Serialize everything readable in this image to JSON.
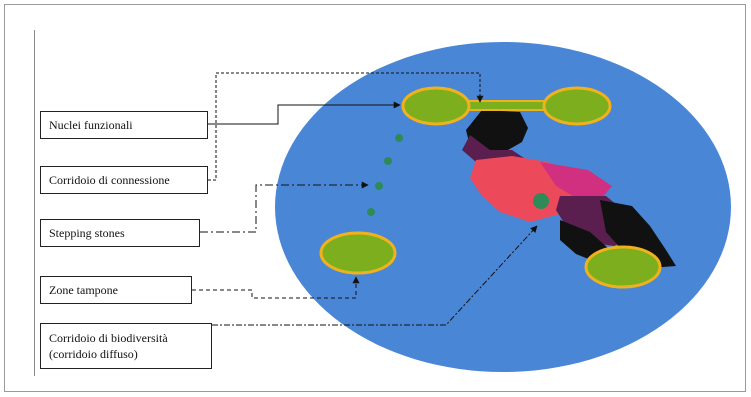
{
  "labels": {
    "core": "Nuclei funzionali",
    "connection_corridor": "Corridoio di connessione",
    "stepping_stones": "Stepping stones",
    "buffer_zones": "Zone tampone",
    "biodiversity_corridor_line1": "Corridoio di biodiversità",
    "biodiversity_corridor_line2": "(corridoio diffuso)"
  },
  "colors": {
    "background_ellipse": "#4a86d6",
    "core_fill": "#7cae1e",
    "core_border": "#f0b21c",
    "stepping_stone": "#2e8b57",
    "patch_black": "#111111",
    "patch_purple": "#5a1f4e",
    "patch_red": "#ec4a5a",
    "patch_magenta": "#d0307f"
  }
}
